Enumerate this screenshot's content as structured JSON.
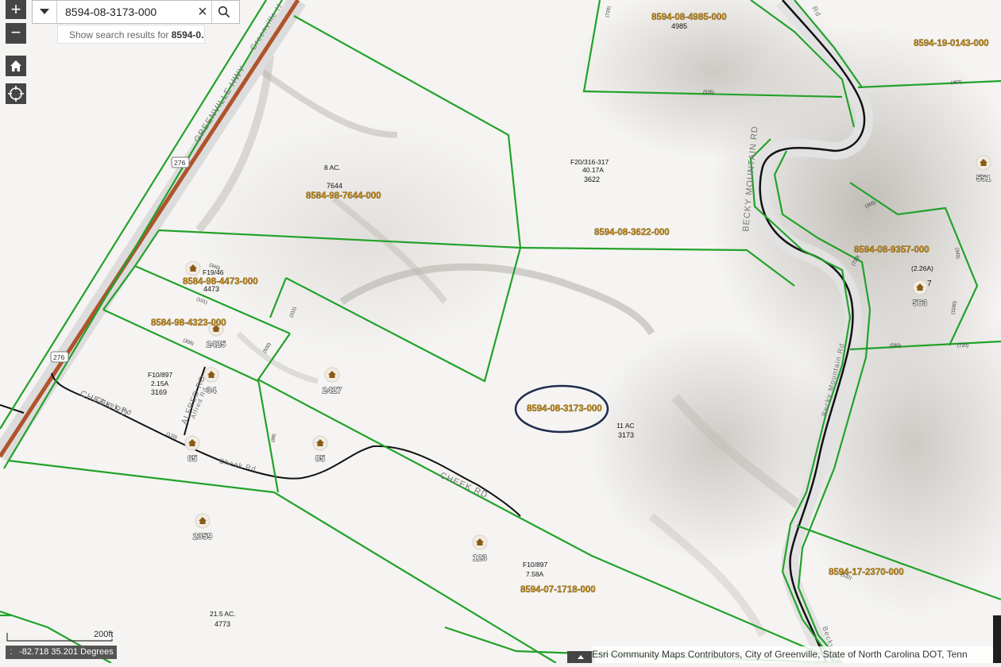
{
  "search": {
    "value": "8594-08-3173-000",
    "suggestion_prefix": "Show search results for ",
    "suggestion_term": "8594-0..."
  },
  "controls": {
    "zoom_in": "+",
    "zoom_out": "−",
    "clear": "×"
  },
  "parcel_ids": {
    "p7644": "8584-98-7644-000",
    "p4985": "8594-08-4985-000",
    "p0143": "8594-19-0143-000",
    "p3622": "8594-08-3622-000",
    "p9357": "8594-08-9357-000",
    "p4473": "8584-98-4473-000",
    "p4323": "8584-98-4323-000",
    "p3173": "8594-08-3173-000",
    "p1718": "8594-07-1718-000",
    "p2370": "8594-17-2370-000"
  },
  "small_labels": {
    "ac8": "8 AC.",
    "n7644": "7644",
    "n4985": "4985",
    "f20": "F20/316-317",
    "a4017": "40.17A",
    "n3622": "3622",
    "a226": "(2.26A)",
    "f19": "F19/46",
    "n4473": "4473",
    "f10a": "F10/897",
    "a215": "2.15A",
    "n3169": "3169",
    "ac11": "11 AC",
    "n3173": "3173",
    "f10b": "F10/897",
    "a758": "7.58A",
    "ac215": "21.5 AC.",
    "n4773": "4773"
  },
  "dim_labels": [
    "(535)",
    "(457)",
    "(720)",
    "(305)",
    "(343)",
    "(340)",
    "(101)",
    "(311)",
    "(300)",
    "(500)",
    "(88)",
    "(120)",
    "(1180)",
    "(532)",
    "(720)",
    "(720)",
    "(560)"
  ],
  "house_numbers": {
    "h551": "551",
    "h563": "563",
    "h2425": "2425",
    "h34": "34",
    "h2427": "2427",
    "h65": "65",
    "h85": "85",
    "h2359": "2359",
    "h123": "123"
  },
  "house_partial": "7",
  "roads": {
    "greenville_hwy_upper": "GREENVILLE HWY",
    "greenville_hwy_short": "Greenville H",
    "becky_mountain_upper": "BECKY MOUNTAIN RD",
    "becky_mountain_lower": "Becky Mountain Rd",
    "becky_mountain_bottom": "Becky Mount",
    "cheek_rd_upper": "CHEEK RD",
    "cheek_rd_upper_left": "CHEEK RD",
    "cheek_rd_lower": "Cheek Rd",
    "cheek_rd_left": "Cheek Rd",
    "alfred_rd": "ALFRED RD",
    "alfred_rd_lower": "Alfred Rd",
    "rd_top": "Rd",
    "route_276_a": "276",
    "route_276_b": "276"
  },
  "scale": {
    "label": "200ft"
  },
  "coordinates": "-82.718 35.201 Degrees",
  "attribution": "Esri Community Maps Contributors, City of Greenville, State of North Carolina DOT, Tenn",
  "colors": {
    "parcel_line": "#22a22a",
    "highway": "#b0532c",
    "parcel_id_text": "#c8911c",
    "highlight_ellipse": "#1f2b4d",
    "house_marker": "#8b5a14"
  }
}
